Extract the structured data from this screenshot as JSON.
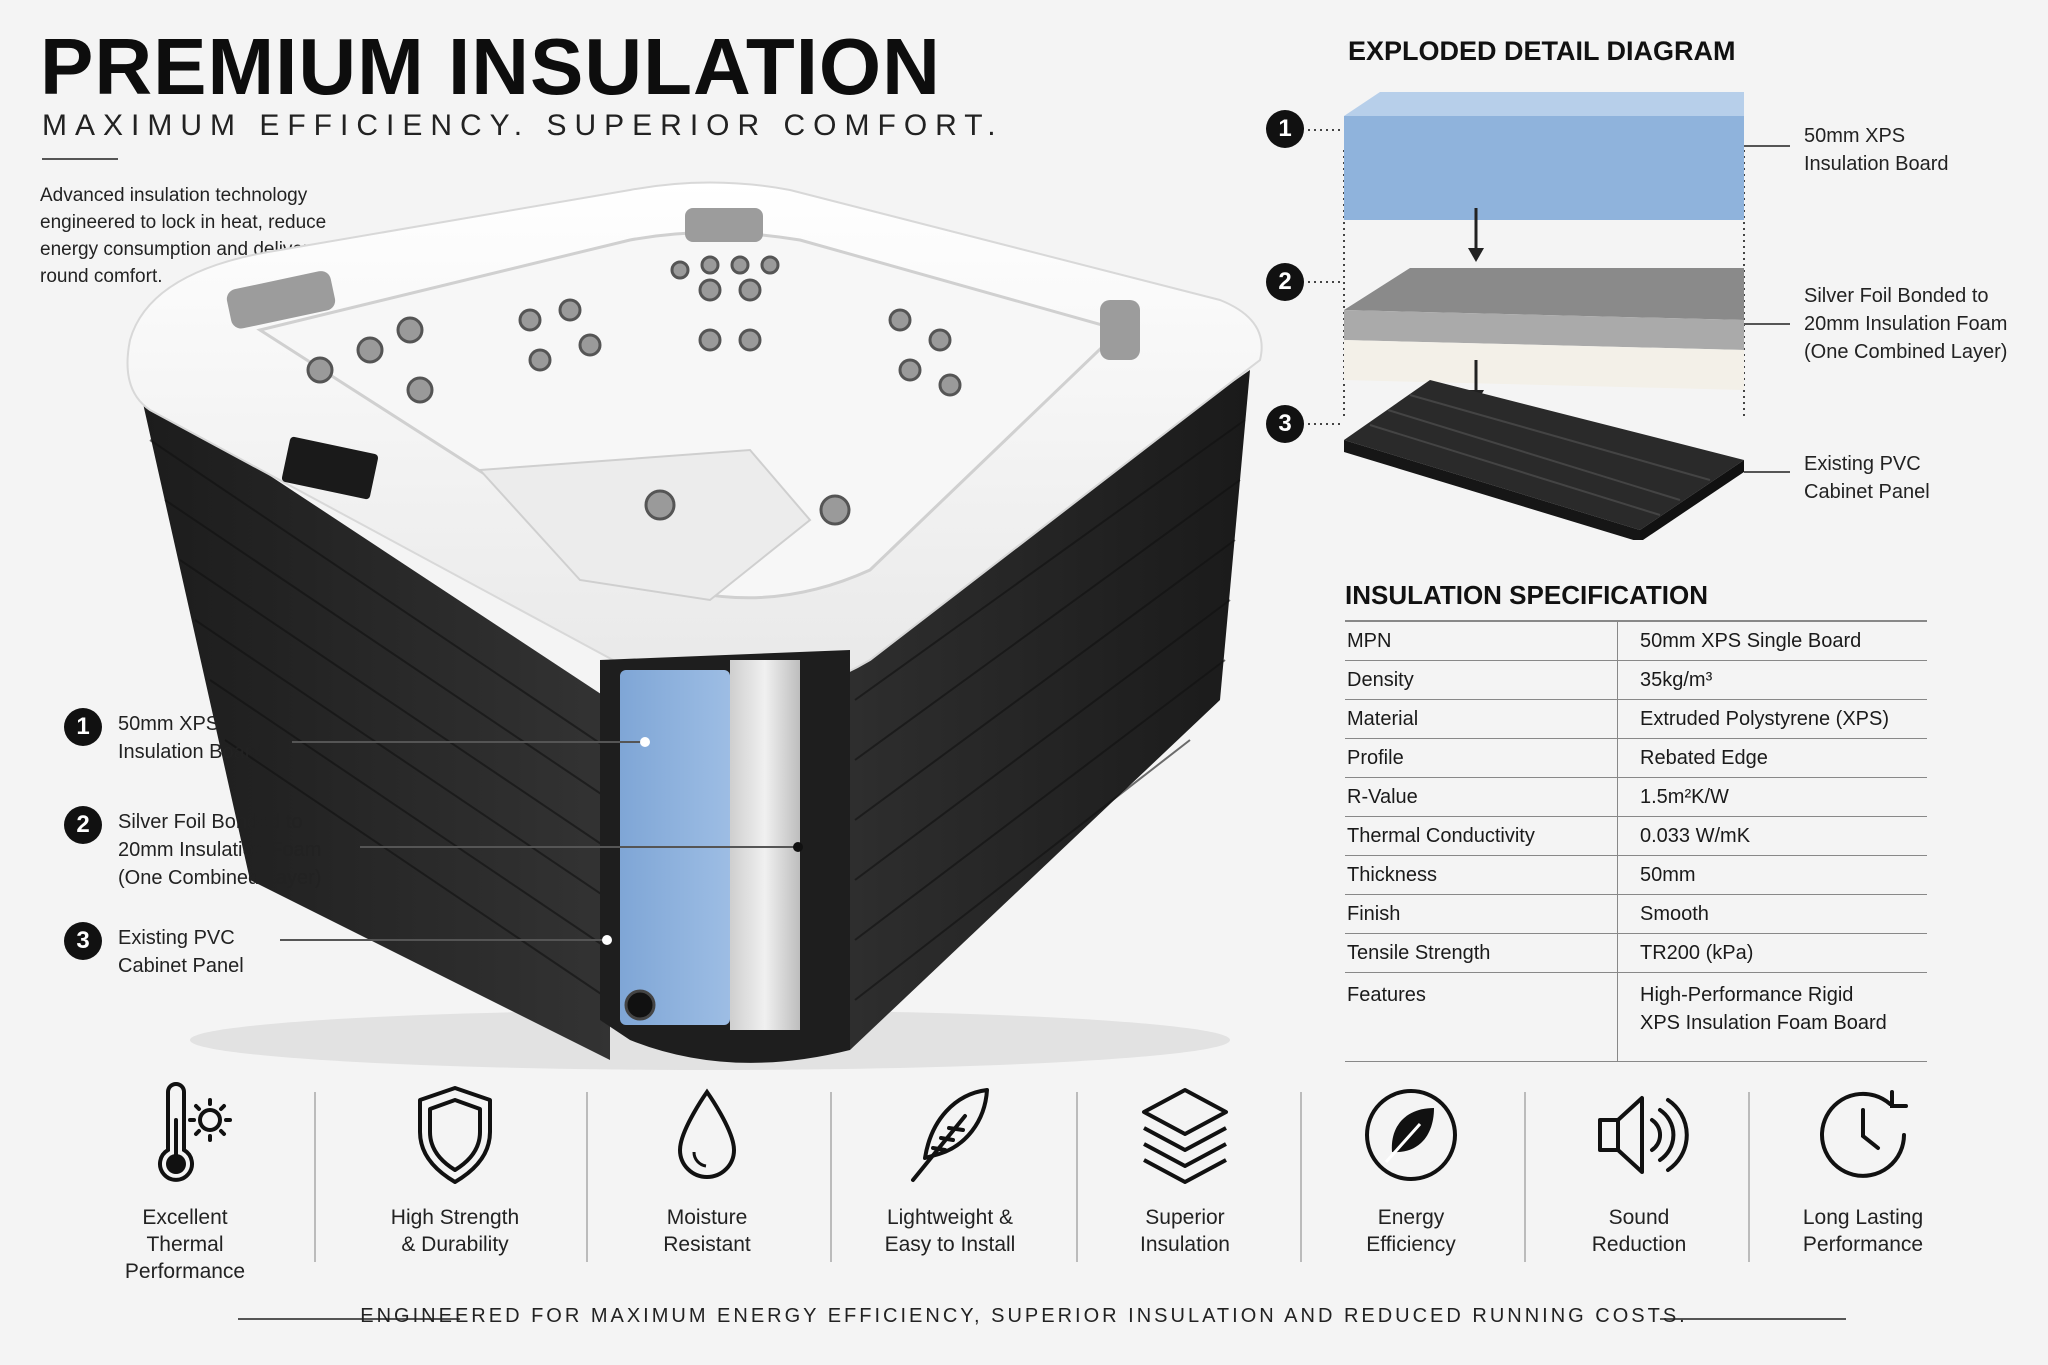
{
  "header": {
    "title": "PREMIUM INSULATION",
    "subtitle": "MAXIMUM EFFICIENCY. SUPERIOR COMFORT.",
    "intro": "Advanced insulation technology engineered to lock in heat, reduce energy consumption and deliver year-round comfort."
  },
  "callouts": [
    {
      "num": "1",
      "lines": [
        "50mm XPS",
        "Insulation Board"
      ]
    },
    {
      "num": "2",
      "lines": [
        "Silver Foil Bonded to",
        "20mm Insulation Foam",
        "(One Combined Layer)"
      ]
    },
    {
      "num": "3",
      "lines": [
        "Existing PVC",
        "Cabinet Panel"
      ]
    }
  ],
  "exploded": {
    "title": "EXPLODED DETAIL DIAGRAM",
    "layers": [
      {
        "num": "1",
        "lines": [
          "50mm XPS",
          "Insulation Board"
        ]
      },
      {
        "num": "2",
        "lines": [
          "Silver Foil Bonded to",
          "20mm Insulation Foam",
          "(One Combined Layer)"
        ]
      },
      {
        "num": "3",
        "lines": [
          "Existing PVC",
          "Cabinet Panel"
        ]
      }
    ]
  },
  "spec": {
    "title": "INSULATION SPECIFICATION",
    "rows": [
      {
        "k": "MPN",
        "v": "50mm XPS Single Board"
      },
      {
        "k": "Density",
        "v": "35kg/m³"
      },
      {
        "k": "Material",
        "v": "Extruded Polystyrene (XPS)"
      },
      {
        "k": "Profile",
        "v": "Rebated Edge"
      },
      {
        "k": "R-Value",
        "v": "1.5m²K/W"
      },
      {
        "k": "Thermal Conductivity",
        "v": "0.033 W/mK"
      },
      {
        "k": "Thickness",
        "v": "50mm"
      },
      {
        "k": "Finish",
        "v": "Smooth"
      },
      {
        "k": "Tensile Strength",
        "v": "TR200 (kPa)"
      }
    ],
    "features_key": "Features",
    "features_lines": [
      "High-Performance Rigid",
      "XPS Insulation Foam Board"
    ]
  },
  "features": [
    {
      "icon": "thermometer-sun-icon",
      "lines": [
        "Excellent",
        "Thermal",
        "Performance"
      ]
    },
    {
      "icon": "shield-icon",
      "lines": [
        "High Strength",
        "& Durability"
      ]
    },
    {
      "icon": "water-drop-icon",
      "lines": [
        "Moisture",
        "Resistant"
      ]
    },
    {
      "icon": "feather-icon",
      "lines": [
        "Lightweight &",
        "Easy to Install"
      ]
    },
    {
      "icon": "layers-icon",
      "lines": [
        "Superior",
        "Insulation"
      ]
    },
    {
      "icon": "leaf-circle-icon",
      "lines": [
        "Energy",
        "Efficiency"
      ]
    },
    {
      "icon": "speaker-icon",
      "lines": [
        "Sound",
        "Reduction"
      ]
    },
    {
      "icon": "clock-icon",
      "lines": [
        "Long Lasting",
        "Performance"
      ]
    }
  ],
  "footer": "ENGINEERED FOR MAXIMUM ENERGY EFFICIENCY, SUPERIOR INSULATION AND REDUCED RUNNING COSTS.",
  "colors": {
    "xps_blue": "#8fb3dc",
    "cabinet": "#2b2b2b",
    "foil": "#9a9a9a",
    "shell": "#ffffff"
  }
}
